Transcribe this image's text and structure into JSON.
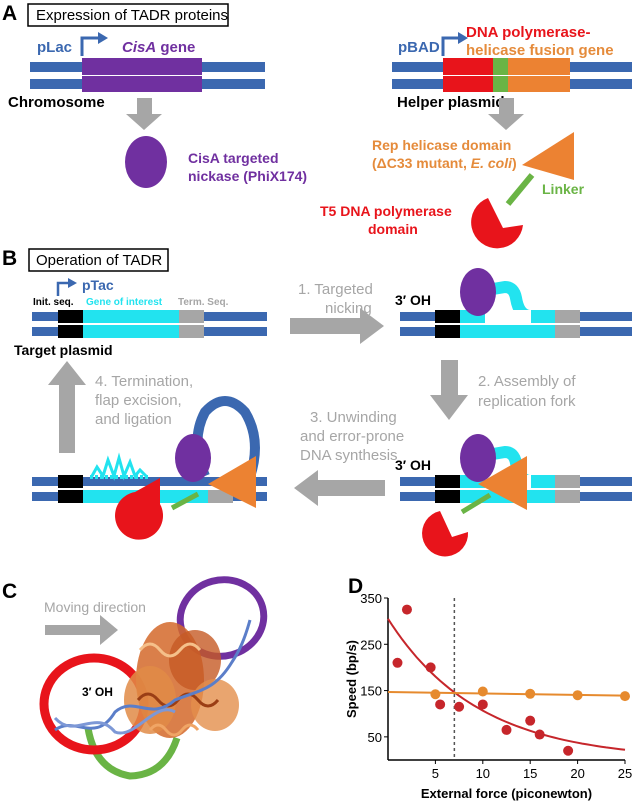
{
  "panels": {
    "A": {
      "letter": "A",
      "title": "Expression of TADR proteins",
      "plac": "pLac",
      "cisa_gene_italic": "CisA",
      "cisa_gene_rest": " gene",
      "chromosome": "Chromosome",
      "cisa_label_1": "CisA targeted",
      "cisa_label_2": "nickase (PhiX174)",
      "pbad": "pBAD",
      "fusion_1": "DNA polymerase-",
      "fusion_2": "helicase fusion gene",
      "helper": "Helper plasmid",
      "rep_1": "Rep helicase domain",
      "rep_2a": "(ΔC33 mutant, ",
      "rep_2b": "E. coli",
      "rep_2c": ")",
      "linker": "Linker",
      "t5_1": "T5 DNA polymerase",
      "t5_2": "domain"
    },
    "B": {
      "letter": "B",
      "title": "Operation of TADR",
      "ptac": "pTac",
      "init_seq": "Init. seq.",
      "gene_interest": "Gene of interest",
      "term_seq": "Term. Seq.",
      "target_plasmid": "Target plasmid",
      "step1_1": "1. Targeted",
      "step1_2": "nicking",
      "oh": "3′ OH",
      "step2_1": "2. Assembly of",
      "step2_2": "replication fork",
      "step3_1": "3. Unwinding",
      "step3_2": "and error-prone",
      "step3_3": "DNA synthesis",
      "step4_1": "4. Termination,",
      "step4_2": "flap excision,",
      "step4_3": "and ligation"
    },
    "C": {
      "letter": "C",
      "moving": "Moving direction",
      "oh": "3′ OH"
    },
    "D": {
      "letter": "D"
    }
  },
  "colors": {
    "dna_blue": "#3b68b0",
    "cisa_purple": "#7030a0",
    "t5_red": "#e8141b",
    "rep_orange": "#ec8232",
    "linker_green": "#6ab445",
    "cyan": "#22e3ef",
    "gray_arrow": "#a6a6a6",
    "label_orange": "#e58b3b"
  },
  "chart_data": {
    "type": "scatter",
    "title": "",
    "xlabel": "External force (piconewton)",
    "ylabel": "Speed (bp/s)",
    "xlim": [
      0,
      25
    ],
    "ylim": [
      0,
      350
    ],
    "xticks": [
      5,
      10,
      15,
      20,
      25
    ],
    "yticks": [
      50,
      150,
      250,
      350
    ],
    "vline_x": 7,
    "series": [
      {
        "color": "#c6262b",
        "points": [
          [
            1,
            210
          ],
          [
            2,
            325
          ],
          [
            4.5,
            200
          ],
          [
            5.5,
            120
          ],
          [
            7.5,
            115
          ],
          [
            10,
            120
          ],
          [
            12.5,
            65
          ],
          [
            15,
            85
          ],
          [
            16,
            55
          ],
          [
            19,
            20
          ]
        ],
        "fit": "exponential decay"
      },
      {
        "color": "#e68a2e",
        "points": [
          [
            5,
            142
          ],
          [
            10,
            148
          ],
          [
            15,
            143
          ],
          [
            20,
            140
          ],
          [
            25,
            138
          ]
        ],
        "fit": "linear"
      }
    ]
  }
}
